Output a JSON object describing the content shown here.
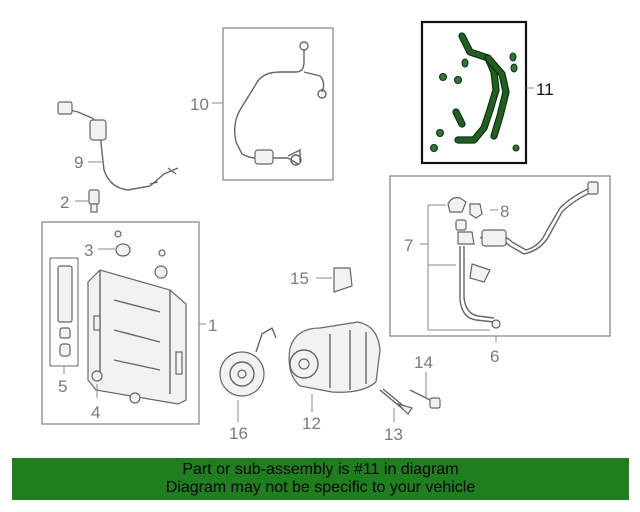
{
  "callouts": {
    "c1": "1",
    "c2": "2",
    "c3": "3",
    "c4": "4",
    "c5": "5",
    "c6": "6",
    "c7": "7",
    "c8": "8",
    "c9": "9",
    "c10": "10",
    "c11": "11",
    "c12": "12",
    "c13": "13",
    "c14": "14",
    "c15": "15",
    "c16": "16"
  },
  "highlight": {
    "part_number": "11",
    "color": "#1f5f1f"
  },
  "banner": {
    "line1": "Part or sub-assembly is #11 in diagram",
    "line2": "Diagram may not be specific to your vehicle",
    "background": "#1f7f1f"
  }
}
